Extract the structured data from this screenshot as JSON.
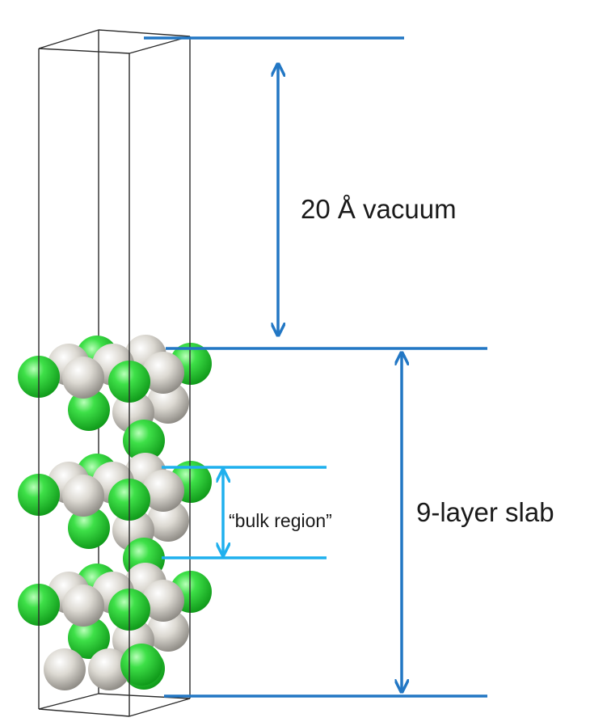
{
  "labels": {
    "vacuum": "20 Å vacuum",
    "slab": "9-layer slab",
    "bulk": "“bulk region”"
  },
  "colors": {
    "arrow_dark": "#2277c4",
    "arrow_light": "#1fb0ee",
    "cell_frame": "#2b2b2b",
    "green_atom": "#2ed23a",
    "grey_atom": "#d9d6d0"
  }
}
